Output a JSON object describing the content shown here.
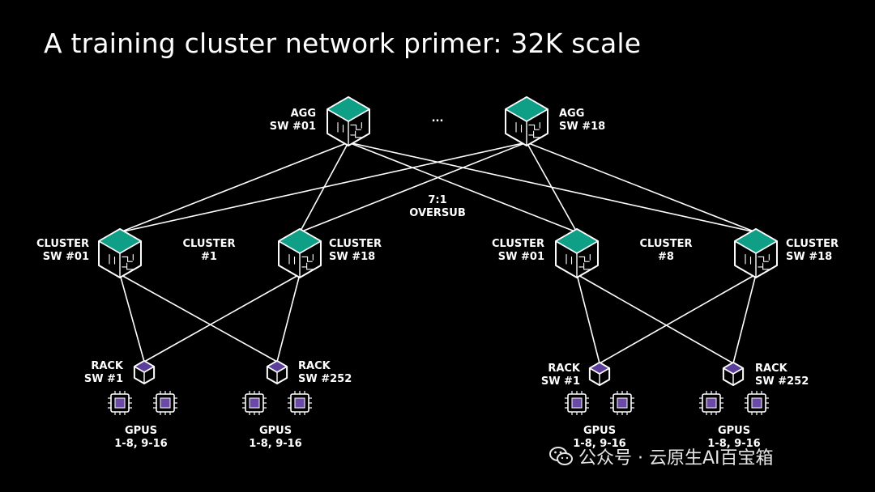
{
  "title": "A training cluster network primer: 32K scale",
  "agg": {
    "left": {
      "line1": "AGG",
      "line2": "SW #01"
    },
    "right": {
      "line1": "AGG",
      "line2": "SW #18"
    },
    "ellipsis": "..."
  },
  "oversub": {
    "line1": "7:1",
    "line2": "OVERSUB"
  },
  "cluster1": {
    "sw_left": {
      "line1": "CLUSTER",
      "line2": "SW #01"
    },
    "name": {
      "line1": "CLUSTER",
      "line2": "#1"
    },
    "sw_right": {
      "line1": "CLUSTER",
      "line2": "SW #18"
    }
  },
  "cluster8": {
    "sw_left": {
      "line1": "CLUSTER",
      "line2": "SW #01"
    },
    "name": {
      "line1": "CLUSTER",
      "line2": "#8"
    },
    "sw_right": {
      "line1": "CLUSTER",
      "line2": "SW #18"
    }
  },
  "racks": {
    "c1_left": {
      "line1": "RACK",
      "line2": "SW #1"
    },
    "c1_right": {
      "line1": "RACK",
      "line2": "SW #252"
    },
    "c8_left": {
      "line1": "RACK",
      "line2": "SW #1"
    },
    "c8_right": {
      "line1": "RACK",
      "line2": "SW #252"
    }
  },
  "gpus": {
    "c1_left": {
      "line1": "GPUS",
      "line2": "1-8, 9-16"
    },
    "c1_right": {
      "line1": "GPUS",
      "line2": "1-8, 9-16"
    },
    "c8_left": {
      "line1": "GPUS",
      "line2": "1-8, 9-16"
    },
    "c8_right": {
      "line1": "GPUS",
      "line2": "1-8, 9-16"
    }
  },
  "watermark": "公众号 · 云原生AI百宝箱",
  "colors": {
    "background": "#000000",
    "switch_top": "#0f9e86",
    "rack_top": "#5b3f9a",
    "gpu_core": "#6a4aa6",
    "line": "#ffffff"
  }
}
